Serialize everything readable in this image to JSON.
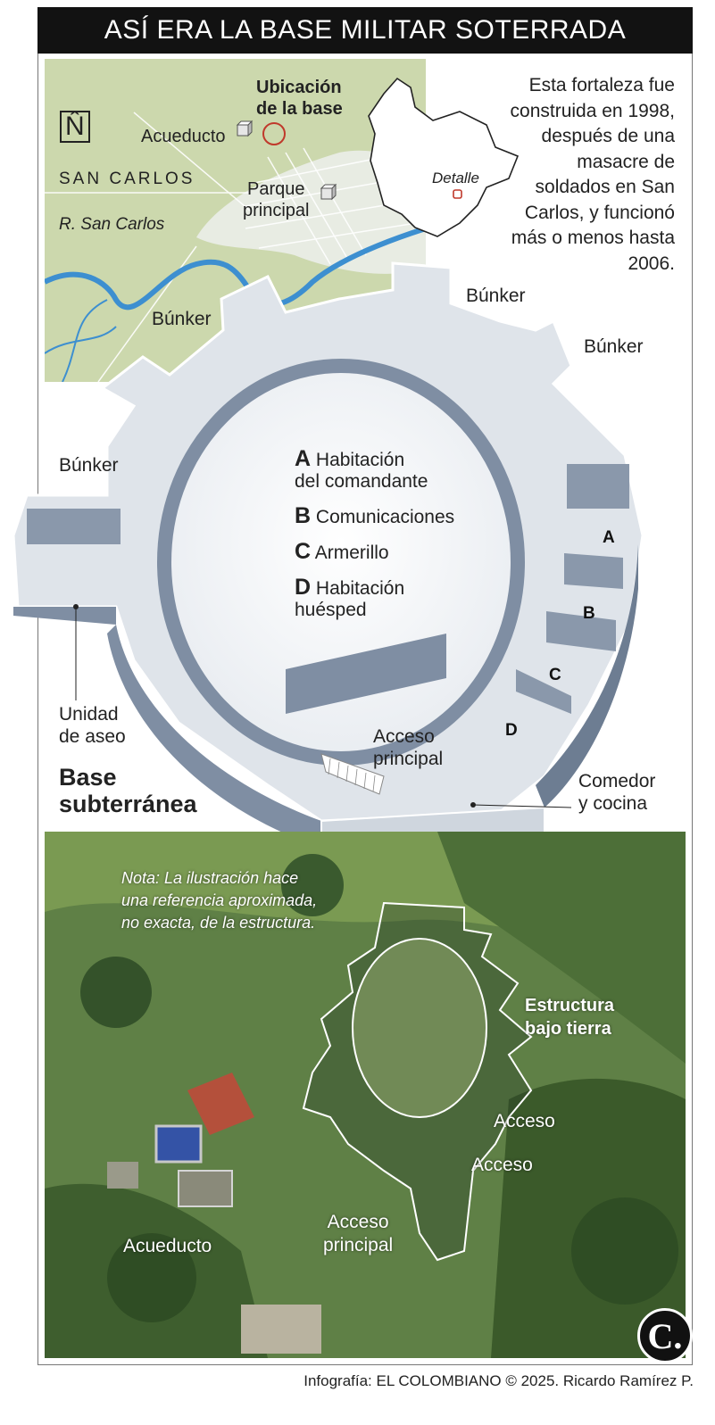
{
  "title": "ASÍ ERA LA BASE MILITAR SOTERRADA",
  "intro": "Esta fortaleza fue construida en 1998, después de una masacre de soldados en San Carlos, y funcionó más o menos hasta 2006.",
  "map": {
    "north": "N̂",
    "town": "SAN CARLOS",
    "river": "R. San Carlos",
    "acueducto": "Acueducto",
    "parque_1": "Parque",
    "parque_2": "principal",
    "ubicacion_1": "Ubicación",
    "ubicacion_2": "de la base",
    "detalle": "Detalle"
  },
  "diagram": {
    "bunker_labels": [
      "Búnker",
      "Búnker",
      "Búnker",
      "Búnker"
    ],
    "unidad_1": "Unidad",
    "unidad_2": "de aseo",
    "base_1": "Base",
    "base_2": "subterránea",
    "acceso_1": "Acceso",
    "acceso_2": "principal",
    "comedor_1": "Comedor",
    "comedor_2": "y cocina",
    "room_letters": [
      "A",
      "B",
      "C",
      "D"
    ]
  },
  "legend": [
    {
      "key": "A",
      "line1": "Habitación",
      "line2": "del comandante"
    },
    {
      "key": "B",
      "line1": "Comunicaciones",
      "line2": ""
    },
    {
      "key": "C",
      "line1": "Armerillo",
      "line2": ""
    },
    {
      "key": "D",
      "line1": "Habitación",
      "line2": "huésped"
    }
  ],
  "photo": {
    "note_1": "Nota: La ilustración hace",
    "note_2": "una referencia aproximada,",
    "note_3": "no exacta, de la estructura.",
    "estructura_1": "Estructura",
    "estructura_2": "bajo tierra",
    "acceso_a": "Acceso",
    "acceso_b": "Acceso",
    "acceso_p1": "Acceso",
    "acceso_p2": "principal",
    "acueducto": "Acueducto"
  },
  "credit": "Infografía: EL COLOMBIANO © 2025. Ricardo Ramírez P.",
  "logo": "C.",
  "colors": {
    "title_bg": "#121212",
    "map_bg": "#ccd8ad",
    "river": "#3d8fd0",
    "marker": "#c0392b",
    "structure_wall": "#7f8ea3",
    "structure_floor": "#dfe4ea"
  }
}
